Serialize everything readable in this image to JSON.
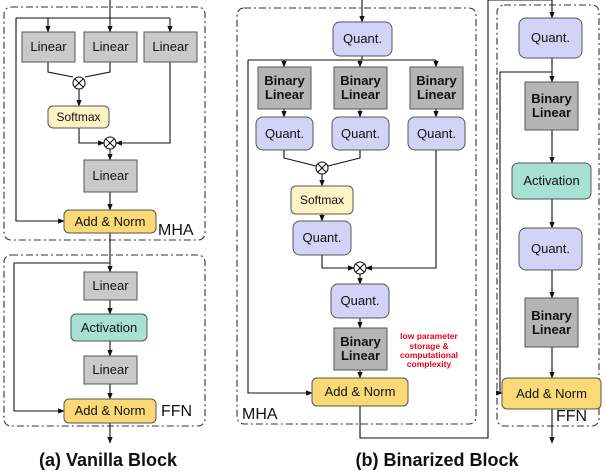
{
  "colors": {
    "linear": "#c9c9c9",
    "binary_linear": "#b5b5b5",
    "quant": "#d2d3f7",
    "softmax": "#fdf2c3",
    "activation": "#a8e0d2",
    "add_norm": "#fbd976",
    "box_border": "#555555",
    "note_text": "#e8001c"
  },
  "vanilla": {
    "caption": "(a) Vanilla Block",
    "mha_label": "MHA",
    "ffn_label": "FFN",
    "linear_q": "Linear",
    "linear_k": "Linear",
    "linear_v": "Linear",
    "softmax": "Softmax",
    "linear_out": "Linear",
    "add_norm_1": "Add & Norm",
    "ffn_linear_1": "Linear",
    "activation": "Activation",
    "ffn_linear_2": "Linear",
    "add_norm_2": "Add & Norm"
  },
  "binarized": {
    "caption": "(b) Binarized Block",
    "mha_label": "MHA",
    "ffn_label": "FFN",
    "quant_in": "Quant.",
    "binary_linear_q": "Binary Linear",
    "binary_linear_k": "Binary Linear",
    "binary_linear_v": "Binary Linear",
    "quant_q": "Quant.",
    "quant_k": "Quant.",
    "quant_v": "Quant.",
    "softmax": "Softmax",
    "quant_attn": "Quant.",
    "quant_ctx": "Quant.",
    "binary_linear_out": "Binary Linear",
    "note": "low parameter storage & computational complexity",
    "add_norm_1": "Add & Norm",
    "ffn_quant_1": "Quant.",
    "ffn_binary_linear_1": "Binary Linear",
    "ffn_activation": "Activation",
    "ffn_quant_2": "Quant.",
    "ffn_binary_linear_2": "Binary Linear",
    "ffn_add_norm": "Add & Norm"
  }
}
